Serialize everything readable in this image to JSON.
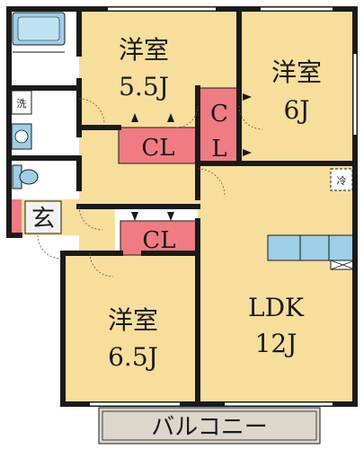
{
  "rooms": {
    "western_room_1": {
      "name": "洋室",
      "size": "5.5J"
    },
    "western_room_2": {
      "name": "洋室",
      "size": "6J"
    },
    "western_room_3": {
      "name": "洋室",
      "size": "6.5J"
    },
    "ldk": {
      "name": "LDK",
      "size": "12J"
    }
  },
  "closets": {
    "closet_1": "CL",
    "closet_2_top": "C",
    "closet_2_bottom": "L",
    "closet_3": "CL"
  },
  "fixtures": {
    "washer": "洗",
    "refrigerator": "冷",
    "entrance": "玄"
  },
  "balcony": {
    "label": "バルコニー"
  },
  "colors": {
    "floor": "#f7de9a",
    "wet_area": "#ffffff",
    "closet": "#f07b82",
    "wall": "#1a1a1a",
    "fixture": "#9ccfe8",
    "balcony": "#dcd6cb"
  }
}
